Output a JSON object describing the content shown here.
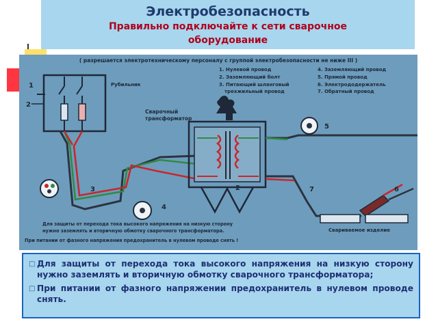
{
  "slide": {
    "title": "Электробезопасность",
    "subtitle_line1": "Правильно подключайте  к сети сварочное",
    "subtitle_line2": "оборудование"
  },
  "diagram": {
    "header": "( разрешается электротехническому персоналу с группой электробезопасности не ниже III )",
    "legend_left": [
      "1. Нулевой провод",
      "2. Заземляющий болт",
      "3. Питающий шланговый",
      "трехжильный провод"
    ],
    "legend_right": [
      "4. Заземляющий провод",
      "5. Прямой провод",
      "6. Электрододержатель",
      "7. Обратный провод"
    ],
    "switch_label": "Рубильник",
    "transformer_label_1": "Сварочный",
    "transformer_label_2": "трансформатор",
    "workpiece_label": "Свариваемое изделие",
    "numbers": [
      "1",
      "2",
      "3",
      "4",
      "2",
      "5",
      "6",
      "7"
    ],
    "note_line1": "Для защиты от перехода тока высокого напряжения на низкую сторону",
    "note_line2": "нужно заземлять и вторичную обмотку сварочного трансформатора.",
    "note_line3": "При питании от фазного напряжения предохранитель в нулевом проводе снять !",
    "colors": {
      "background": "#6e9cbc",
      "wire_red": "#c8262c",
      "wire_green": "#2f8a43",
      "wire_dark": "#2b3340"
    }
  },
  "caption": {
    "bullets": [
      "Для защиты от перехода тока высокого напряжения на низкую сторону нужно заземлять и вторичную обмотку сварочного трансформатора;",
      "При питании от фазного напряжении предохранитель в нулевом проводе снять."
    ]
  }
}
